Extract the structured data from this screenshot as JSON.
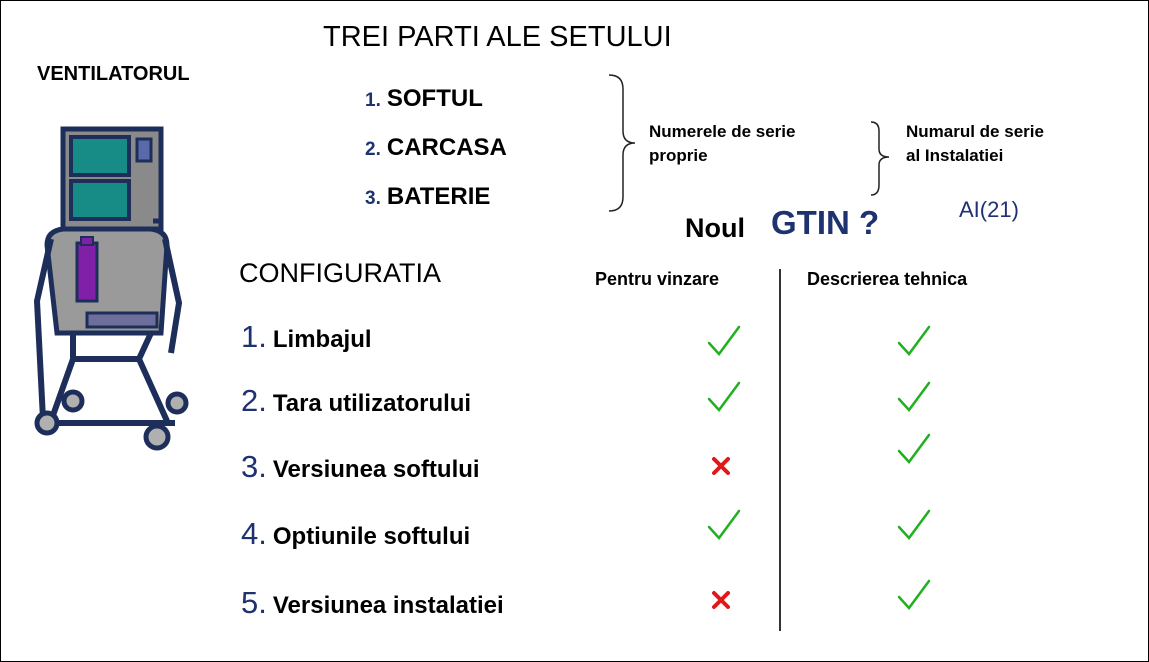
{
  "title": "TREI PARTI ALE SETULUI",
  "ventilator_label": "VENTILATORUL",
  "parts": [
    {
      "num": "1.",
      "label": "SOFTUL"
    },
    {
      "num": "2.",
      "label": "CARCASA"
    },
    {
      "num": "3.",
      "label": "BATERIE"
    }
  ],
  "serial_own": [
    "Numerele de serie",
    "proprie"
  ],
  "serial_install": [
    "Numarul de serie",
    "al Instalatiei"
  ],
  "ai_code": "AI(21)",
  "noul": "Noul",
  "gtin": "GTIN ?",
  "configuratia": "CONFIGURATIA",
  "columns": {
    "sale": "Pentru vinzare",
    "tech": "Descrierea tehnica"
  },
  "rows": [
    {
      "num": "1.",
      "label": "Limbajul",
      "sale": "check",
      "tech": "check"
    },
    {
      "num": "2.",
      "label": "Tara utilizatorului",
      "sale": "check",
      "tech": "check"
    },
    {
      "num": "3.",
      "label": "Versiunea softului",
      "sale": "cross",
      "tech": "check"
    },
    {
      "num": "4.",
      "label": "Optiunile softului",
      "sale": "check",
      "tech": "check"
    },
    {
      "num": "5.",
      "label": "Versiunea instalatiei",
      "sale": "cross",
      "tech": "check"
    }
  ],
  "colors": {
    "accent_blue": "#1f3270",
    "check_green": "#22b022",
    "cross_red": "#e01818",
    "screen_teal": "#178c86",
    "battery_purple": "#8020a8",
    "frame_navy": "#1e2e5a",
    "body_gray": "#8a8a8a"
  },
  "icons": {
    "ok": "checkmark-icon",
    "no": "cross-icon",
    "device": "ventilator-illustration"
  }
}
